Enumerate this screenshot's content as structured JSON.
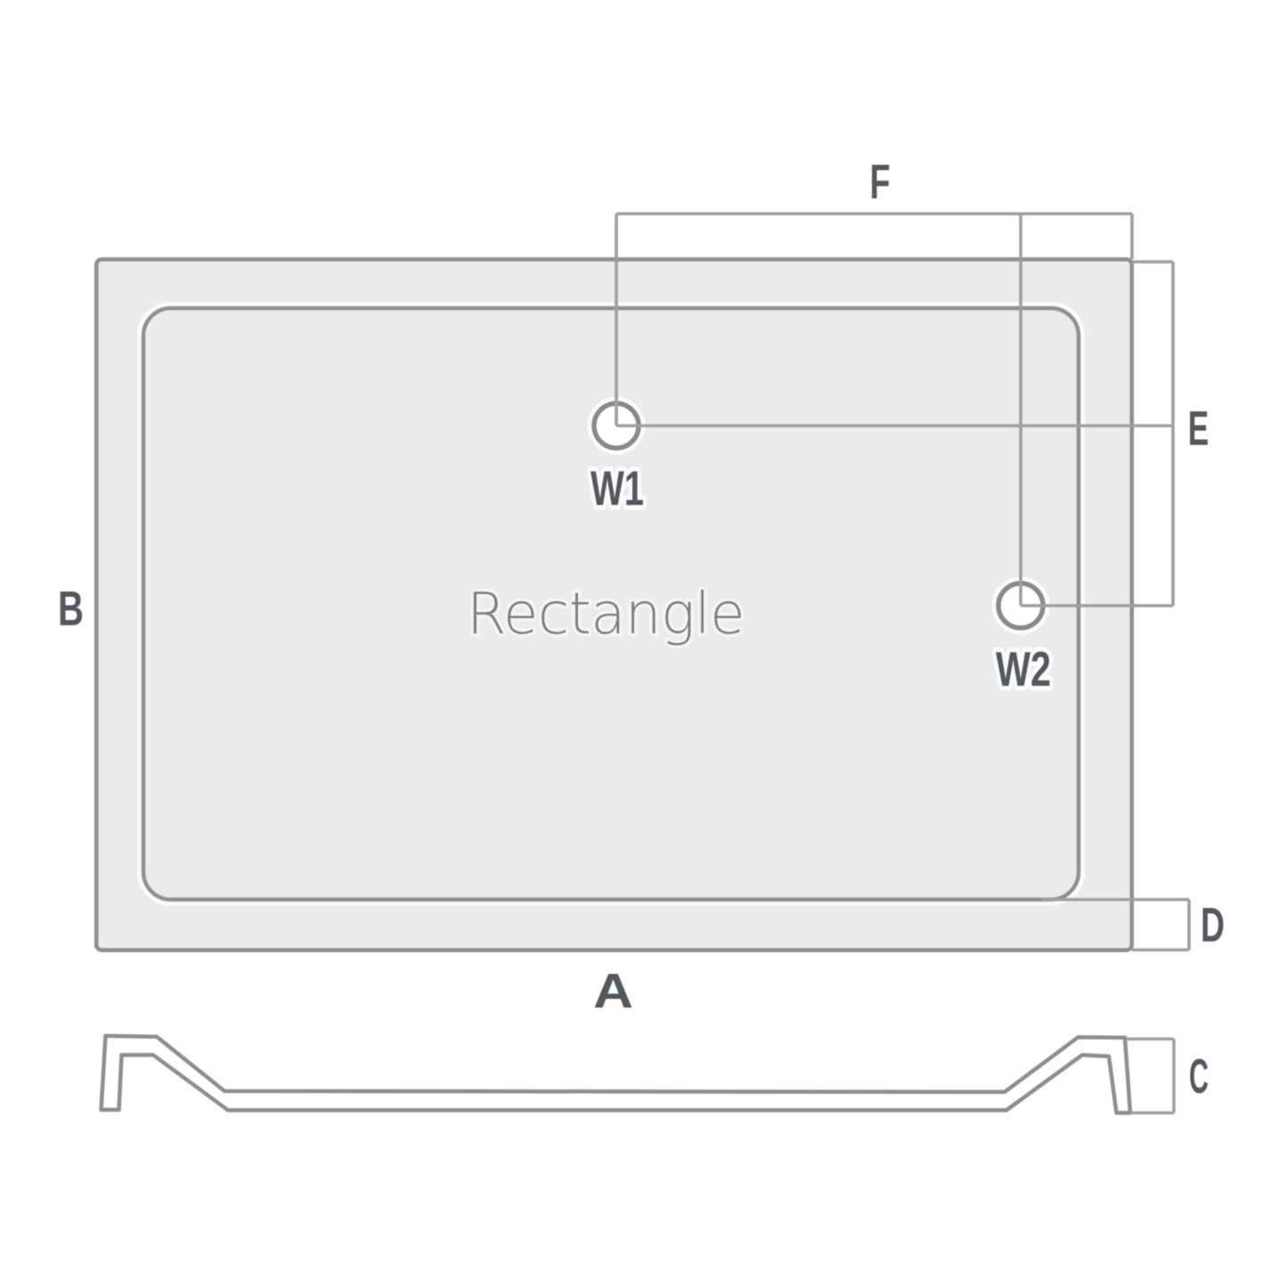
{
  "diagram": {
    "shape_name": "Rectangle",
    "dimension_labels": {
      "a": "A",
      "b": "B",
      "c": "C",
      "d": "D",
      "e": "E",
      "f": "F"
    },
    "waste_labels": {
      "w1": "W1",
      "w2": "W2"
    },
    "colors": {
      "background": "#ffffff",
      "tray_fill": "#ebebeb",
      "outline_gray": "#8e9092",
      "dimension_line_gray": "#9da0a2",
      "label_text": "#54575d",
      "shape_title_text": "#7b7d80",
      "highlight_white": "#fbfbfb"
    }
  }
}
